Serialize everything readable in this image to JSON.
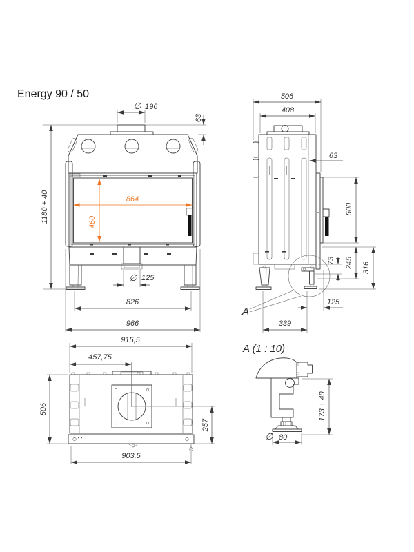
{
  "title": "Energy 90 / 50",
  "symbols": {
    "diameter": "∅"
  },
  "colors": {
    "line": "#454545",
    "accent": "#ee7523",
    "text": "#333333",
    "background": "#ffffff"
  },
  "front_view": {
    "dims": {
      "flue_diameter": "196",
      "collar_height": "63",
      "overall_height": "1180 + 40",
      "glass_width": "864",
      "glass_height": "460",
      "duct_diameter": "125",
      "feet_span": "826",
      "overall_width": "966"
    }
  },
  "side_view": {
    "detail_marker": "A",
    "dims": {
      "overall_depth": "506",
      "body_depth": "408",
      "front_frame_depth": "63",
      "door_height": "500",
      "bracket_step": "73",
      "lower_section_height": "245",
      "base_height": "316",
      "foot_to_front": "125",
      "feet_spacing": "339"
    }
  },
  "top_view": {
    "dims": {
      "overall_width": "915,5",
      "flue_center_offset": "457,75",
      "overall_depth": "506",
      "flue_center_to_front": "257",
      "base_width": "903,5"
    }
  },
  "detail_view": {
    "title": "A (1 : 10)",
    "dims": {
      "adjustable_height": "173 + 40",
      "foot_plate_diameter": "80"
    }
  }
}
